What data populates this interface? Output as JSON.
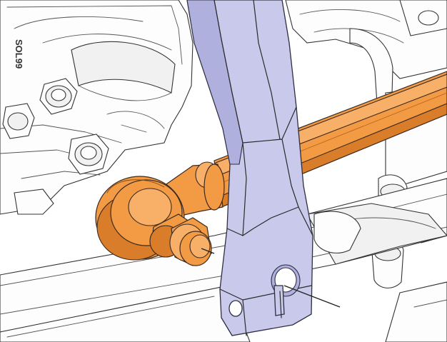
{
  "colors": {
    "orange": "#f39a45",
    "orange_light": "#f8b069",
    "orange_dark": "#d97d2a",
    "tool": "#c9c9ec",
    "tool_dark": "#b0b0df",
    "leader": "#222222"
  },
  "illustration": {
    "components": [
      {
        "name": "tie-rod",
        "color": "orange"
      },
      {
        "name": "ball-joint",
        "color": "orange"
      },
      {
        "name": "separator-tool",
        "color": "tool"
      },
      {
        "name": "steering-knuckle",
        "color": "white"
      },
      {
        "name": "lower-control-arm",
        "color": "white"
      }
    ],
    "callout_lines": 2,
    "partial_casting_text": "SOL99"
  }
}
